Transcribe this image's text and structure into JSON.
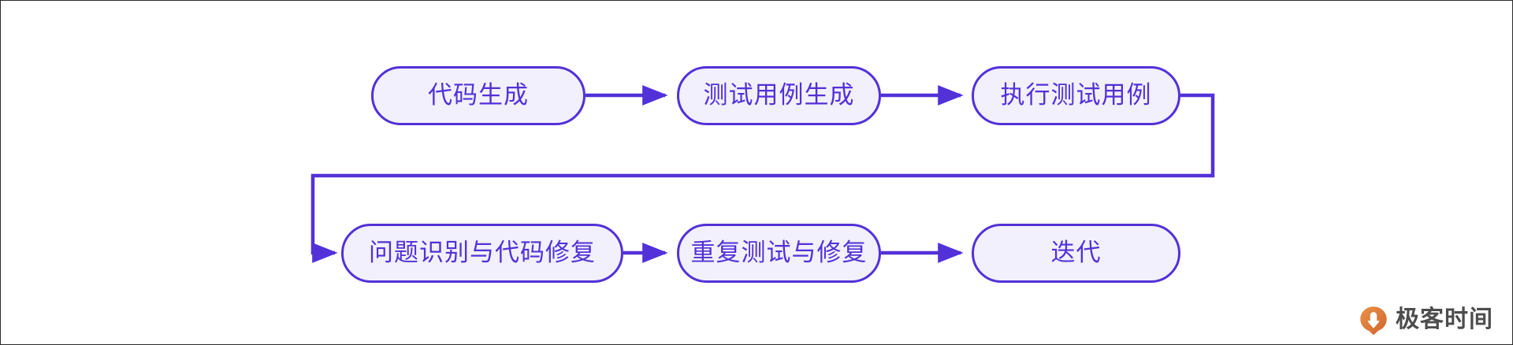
{
  "diagram": {
    "type": "flowchart",
    "orientation": "left-to-right, two rows with feedback loop",
    "colors": {
      "node_border": "#5331d8",
      "node_fill": "#f2f0fc",
      "node_text": "#5331d8",
      "edge": "#5331d8",
      "canvas": "#ffffff",
      "frame_border": "#2b2b2b",
      "watermark_mark": "#e07b39",
      "watermark_text": "#4d4d4d"
    },
    "nodes": [
      {
        "id": "code-generation",
        "label": "代码生成",
        "row": 1,
        "order": 1
      },
      {
        "id": "test-case-generation",
        "label": "测试用例生成",
        "row": 1,
        "order": 2
      },
      {
        "id": "execute-test-cases",
        "label": "执行测试用例",
        "row": 1,
        "order": 3
      },
      {
        "id": "issue-fix",
        "label": "问题识别与代码修复",
        "row": 2,
        "order": 1
      },
      {
        "id": "retest-and-fix",
        "label": "重复测试与修复",
        "row": 2,
        "order": 2
      },
      {
        "id": "iteration",
        "label": "迭代",
        "row": 2,
        "order": 3
      }
    ],
    "edges": [
      {
        "id": "e1",
        "from": "code-generation",
        "to": "test-case-generation",
        "kind": "straight-arrow"
      },
      {
        "id": "e2",
        "from": "test-case-generation",
        "to": "execute-test-cases",
        "kind": "straight-arrow"
      },
      {
        "id": "e3",
        "from": "execute-test-cases",
        "to": "issue-fix",
        "kind": "elbow-feedback-arrow"
      },
      {
        "id": "e4",
        "from": "issue-fix",
        "to": "retest-and-fix",
        "kind": "straight-arrow"
      },
      {
        "id": "e5",
        "from": "retest-and-fix",
        "to": "iteration",
        "kind": "straight-arrow"
      }
    ]
  },
  "watermark": {
    "text": "极客时间",
    "mark_icon": "geektime-logo-icon"
  }
}
